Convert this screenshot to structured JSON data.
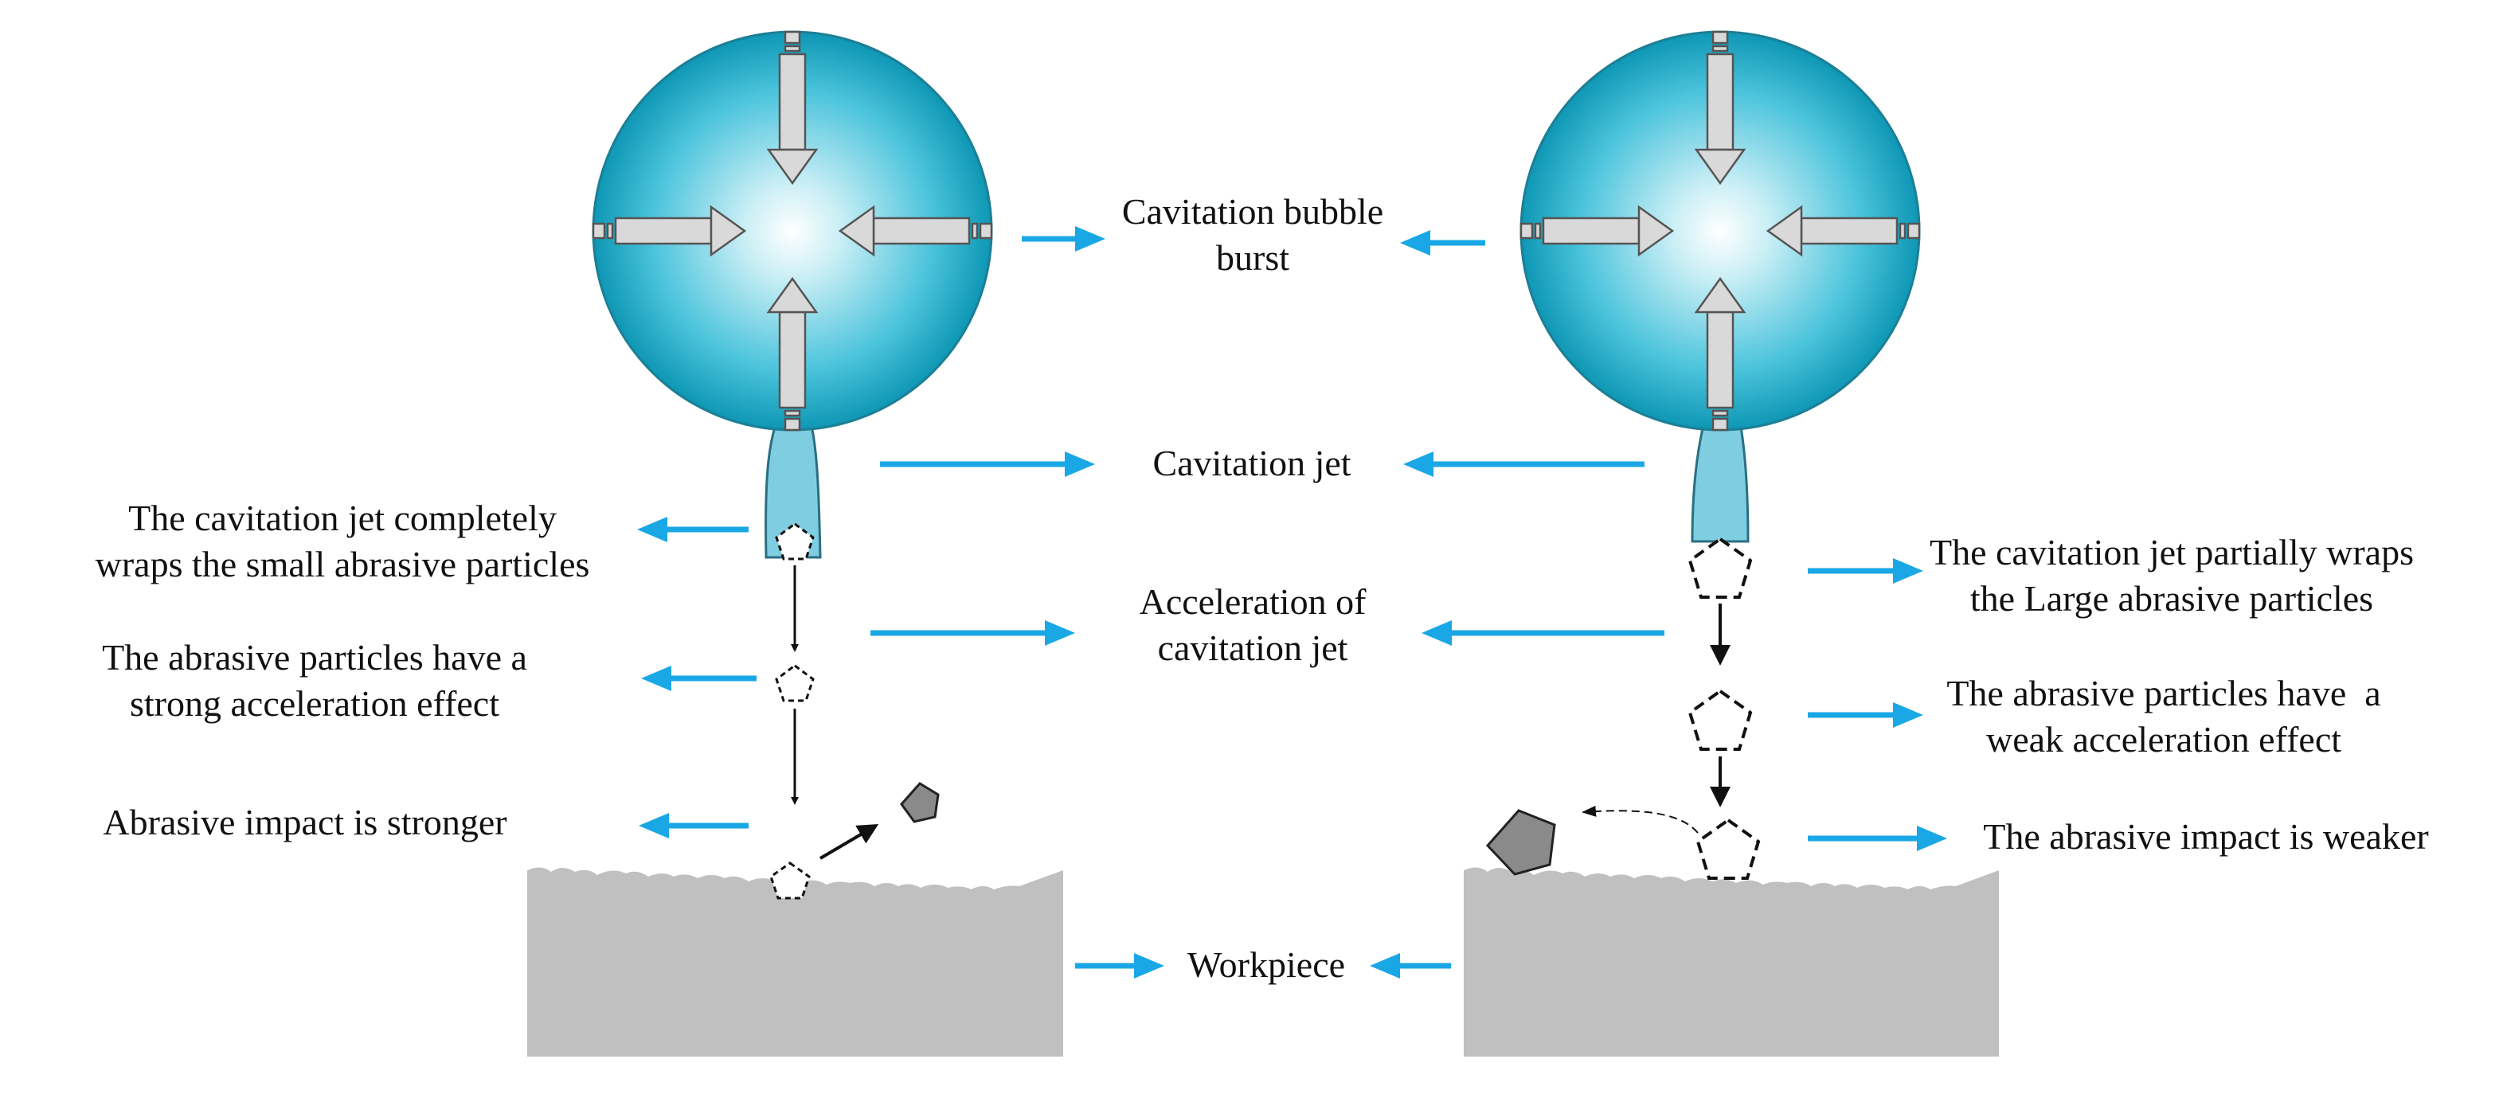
{
  "labels": {
    "bubble_burst": {
      "line1": "Cavitation bubble",
      "line2": "burst"
    },
    "cavitation_jet": "Cavitation jet",
    "acceleration": {
      "line1": "Acceleration of",
      "line2": "cavitation jet"
    },
    "workpiece": "Workpiece",
    "left": {
      "wraps": {
        "line1": "The cavitation jet completely",
        "line2": "wraps the small abrasive particles"
      },
      "accel": {
        "line1": "The abrasive particles have a",
        "line2": "strong acceleration effect"
      },
      "impact": "Abrasive impact is stronger"
    },
    "right": {
      "wraps": {
        "line1": "The cavitation jet partially wraps",
        "line2": "the Large abrasive particles"
      },
      "accel": {
        "line1": "The abrasive particles have  a",
        "line2": "weak acceleration effect"
      },
      "impact": "The abrasive impact is weaker"
    }
  },
  "colors": {
    "pointer_arrow": "#1aa7e6",
    "bubble_edge": "#0e97b5",
    "bubble_center": "#ffffff",
    "jet_fill": "#7fcde0",
    "workpiece": "#c0c0c0",
    "particle": "#8a8a8a"
  }
}
